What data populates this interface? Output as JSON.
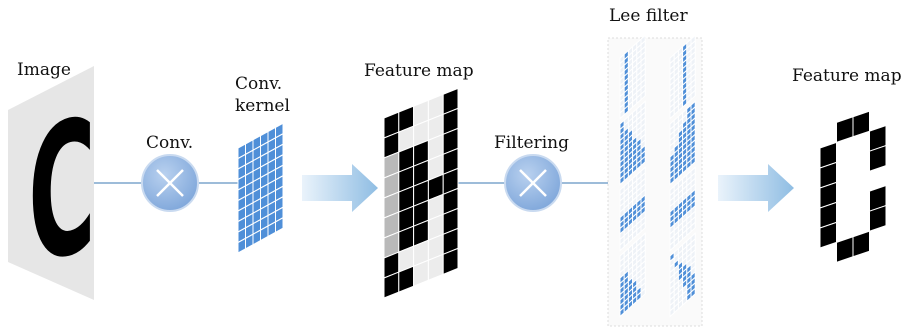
{
  "labels": {
    "image": "Image",
    "conv": "Conv.",
    "kernel_line1": "Conv.",
    "kernel_line2": "kernel",
    "feature_map_1": "Feature map",
    "filtering": "Filtering",
    "lee_filter": "Lee filter",
    "feature_map_2": "Feature map"
  },
  "image_letter": "C",
  "colors": {
    "line": "#8fb4d6",
    "operator_fill": "#8aaede",
    "kernel_cell": "#4f8fd8",
    "lee_cell": "#4f8fd8",
    "arrow": "#a9cbe6",
    "panel": "#e8e8e8"
  },
  "feature_map_1": [
    [
      1,
      1,
      0,
      0,
      1
    ],
    [
      1,
      0,
      0,
      0,
      1
    ],
    [
      0,
      1,
      1,
      0,
      1
    ],
    [
      0,
      1,
      1,
      0,
      1
    ],
    [
      0,
      1,
      1,
      1,
      1
    ],
    [
      0,
      1,
      1,
      0,
      1
    ],
    [
      0,
      1,
      1,
      0,
      1
    ],
    [
      1,
      0,
      0,
      0,
      1
    ],
    [
      1,
      1,
      0,
      0,
      1
    ]
  ],
  "feature_map_2": [
    [
      0,
      1,
      1,
      0
    ],
    [
      1,
      0,
      0,
      1
    ],
    [
      1,
      0,
      0,
      1
    ],
    [
      1,
      0,
      0,
      0
    ],
    [
      1,
      0,
      0,
      1
    ],
    [
      1,
      0,
      0,
      1
    ],
    [
      0,
      1,
      1,
      0
    ]
  ]
}
